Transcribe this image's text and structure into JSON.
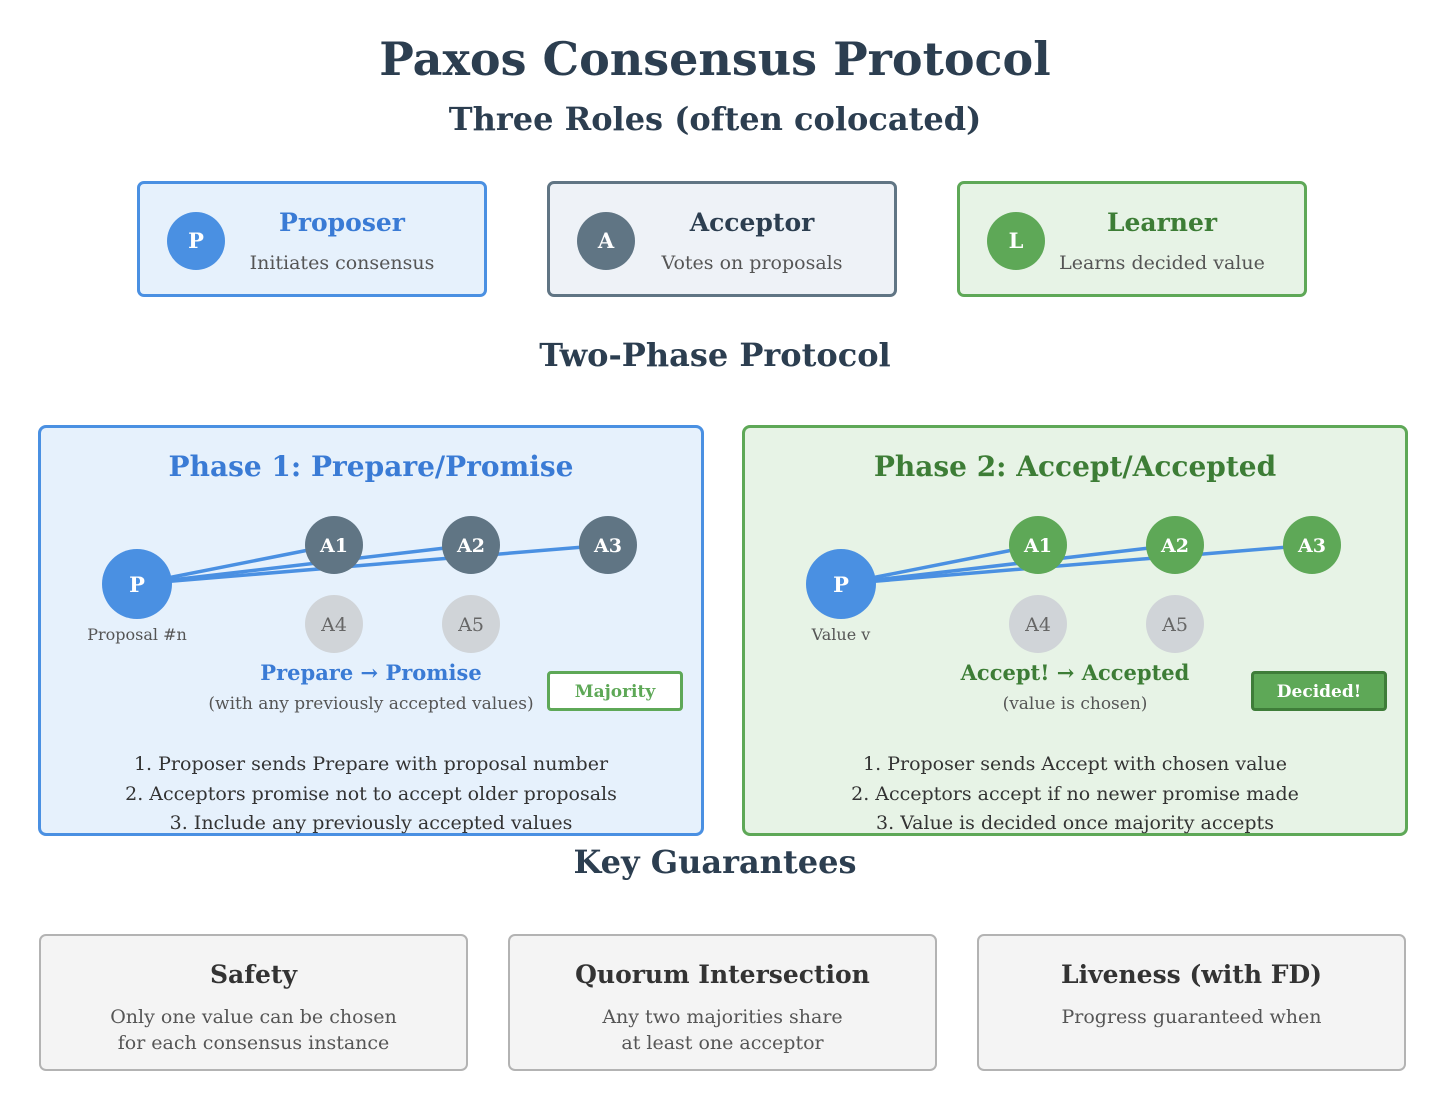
{
  "title": "Paxos Consensus Protocol",
  "subtitle": "Three Roles (often colocated)",
  "roles": [
    {
      "letter": "P",
      "name": "Proposer",
      "desc": "Initiates consensus",
      "color": "#4a90e2",
      "name_color": "#3a7bd5"
    },
    {
      "letter": "A",
      "name": "Acceptor",
      "desc": "Votes on proposals",
      "color": "#607584",
      "name_color": "#2c3e50"
    },
    {
      "letter": "L",
      "name": "Learner",
      "desc": "Learns decided value",
      "color": "#5ea857",
      "name_color": "#3d7d36"
    }
  ],
  "protocol_title": "Two-Phase Protocol",
  "phase1": {
    "title": "Phase 1: Prepare/Promise",
    "proposer_letter": "P",
    "proposer_label": "Proposal #n",
    "acceptors": [
      "A1",
      "A2",
      "A3",
      "A4",
      "A5"
    ],
    "flow_label": "Prepare → Promise",
    "flow_note": "(with any previously accepted values)",
    "badge": "Majority",
    "steps": [
      "1. Proposer sends Prepare with proposal number",
      "2. Acceptors promise not to accept older proposals",
      "3. Include any previously accepted values"
    ],
    "accent": "#3a7bd5",
    "active_node_color": "#607584"
  },
  "phase2": {
    "title": "Phase 2: Accept/Accepted",
    "proposer_letter": "P",
    "proposer_label": "Value v",
    "acceptors": [
      "A1",
      "A2",
      "A3",
      "A4",
      "A5"
    ],
    "flow_label": "Accept! → Accepted",
    "flow_note": "(value is chosen)",
    "badge": "Decided!",
    "steps": [
      "1. Proposer sends Accept with chosen value",
      "2. Acceptors accept if no newer promise made",
      "3. Value is decided once majority accepts"
    ],
    "accent": "#3d7d36",
    "active_node_color": "#5ea857"
  },
  "guarantees_title": "Key Guarantees",
  "guarantees": [
    {
      "title": "Safety",
      "lines": [
        "Only one value can be chosen",
        "for each consensus instance"
      ]
    },
    {
      "title": "Quorum Intersection",
      "lines": [
        "Any two majorities share",
        "at least one acceptor"
      ]
    },
    {
      "title": "Liveness (with FD)",
      "lines": [
        "Progress guaranteed when",
        ""
      ]
    }
  ],
  "colors": {
    "proposer_blue": "#4a90e2",
    "idle_acceptor": "#d0d4d8",
    "idle_text": "#666666"
  }
}
